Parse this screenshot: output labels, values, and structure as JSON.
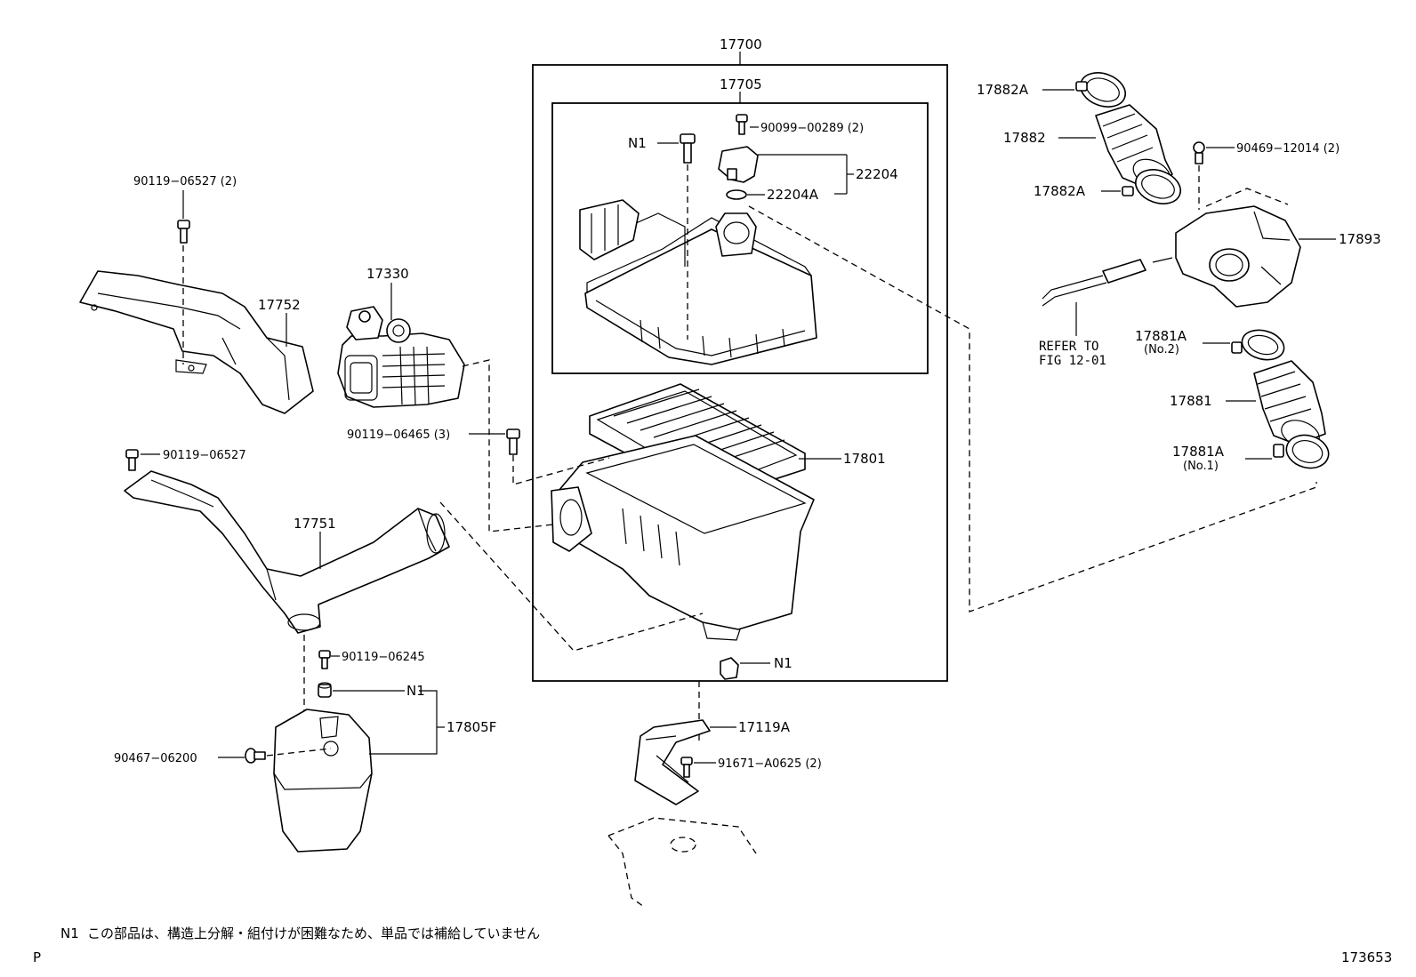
{
  "labels": {
    "p17700": "17700",
    "p17705": "17705",
    "p90099": "90099−00289 (2)",
    "n1_top": "N1",
    "p22204": "22204",
    "p22204a": "22204A",
    "p90119_06527_2": "90119−06527 (2)",
    "p17752": "17752",
    "p17330": "17330",
    "p90119_06465": "90119−06465 (3)",
    "p90119_06527": "90119−06527",
    "p17751": "17751",
    "p17801": "17801",
    "n1_mid": "N1",
    "p90119_06245": "90119−06245",
    "n1_bot": "N1",
    "p17805f": "17805F",
    "p90467": "90467−06200",
    "p17119a": "17119A",
    "p91671": "91671−A0625 (2)",
    "p17882a_top": "17882A",
    "p17882": "17882",
    "p90469": "90469−12014 (2)",
    "p17882a_bot": "17882A",
    "p17893": "17893",
    "refer1": "REFER TO",
    "refer2": "FIG 12-01",
    "p17881a_no2": "17881A",
    "no2": "(No.2)",
    "p17881": "17881",
    "p17881a_no1": "17881A",
    "no1": "(No.1)"
  },
  "footnote": {
    "code": "N1",
    "text": "この部品は、構造上分解・組付けが困難なため、単品では補給していません"
  },
  "corner_mark": "P",
  "figure_number": "173653"
}
